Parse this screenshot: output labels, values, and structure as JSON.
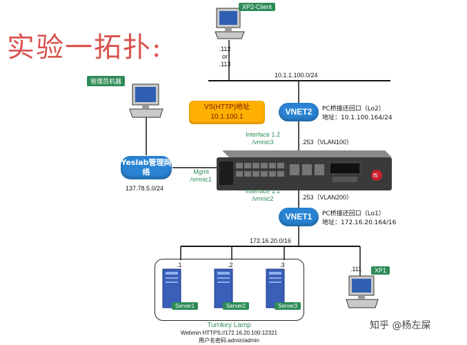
{
  "title": "实验一拓扑:",
  "xp2": {
    "label": "XP2-Client",
    "ip": ".112\nor\n.113"
  },
  "admin_pc": {
    "label": "管理员机器"
  },
  "yeslab": {
    "label": "Yeslab管理网络",
    "subnet": "137.78.5.0/24"
  },
  "vs_box": {
    "line1": "VS(HTTP)地址",
    "line2": "10.1.100.1"
  },
  "vnet2": {
    "label": "VNET2",
    "desc_line1": "PC桥接还回口（Lo2）",
    "desc_line2": "地址：10.1.100.164/24"
  },
  "vnet1": {
    "label": "VNET1",
    "desc_line1": "PC桥接还回口（Lo1）",
    "desc_line2": "地址：172.16.20.164/16"
  },
  "top_net": "10.1.1.100.0/24",
  "bottom_net": "172.16.20.0/16",
  "interface12": {
    "line1": "Interface 1.2",
    "line2": "/vmnic3"
  },
  "interface11": {
    "line1": "Interface 1.1",
    "line2": "/vmnic2"
  },
  "mgmt": {
    "line1": "Mgmt",
    "line2": "/vmnic1"
  },
  "vlan100": ".253（VLAN100）",
  "vlan200": ".253（VLAN200）",
  "servers": [
    {
      "ip": ".1",
      "name": "Server1"
    },
    {
      "ip": ".2",
      "name": "Server2"
    },
    {
      "ip": ".3",
      "name": "Server3"
    }
  ],
  "xp1": {
    "label": "XP1",
    "ip": ".111"
  },
  "turnkey": {
    "title": "Turnkey Lamp",
    "webmin": "Webmin HTTPS://172.16.20.100:12321",
    "creds": "用户名密码:admin/admin"
  },
  "watermark": "知乎 @杨左屎",
  "colors": {
    "title": "#d9534f",
    "vnet": "#2a84d3",
    "vs": "#ffb000",
    "green": "#2e8b57"
  }
}
